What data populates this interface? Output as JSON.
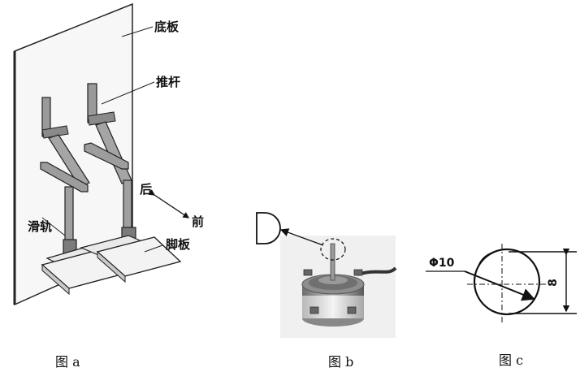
{
  "figure_a": {
    "caption": "图 a",
    "labels": {
      "base_plate": "底板",
      "push_rod": "推杆",
      "rear": "后",
      "front": "前",
      "slide_rail": "滑轨",
      "foot_plate": "脚板"
    }
  },
  "figure_b": {
    "caption": "图 b",
    "cam_symbol": "D"
  },
  "figure_c": {
    "caption": "图 c",
    "diameter": "Φ10",
    "height": "8"
  }
}
